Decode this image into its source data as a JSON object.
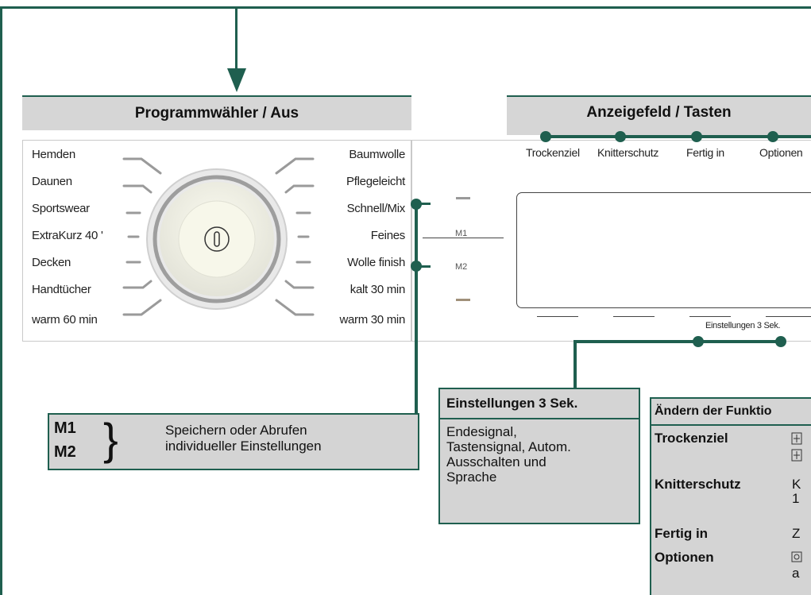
{
  "selector": {
    "title": "Programmwähler / Aus",
    "left_programs": [
      "Hemden",
      "Daunen",
      "Sportswear",
      "ExtraKurz 40 '",
      "Decken",
      "Handtücher",
      "warm 60 min"
    ],
    "right_programs": [
      "Baumwolle",
      "Pflegeleicht",
      "Schnell/Mix",
      "Feines",
      "Wolle finish",
      "kalt 30 min",
      "warm 30 min"
    ]
  },
  "display": {
    "title": "Anzeigefeld / Tasten",
    "buttons": [
      "Trockenziel",
      "Knitterschutz",
      "Fertig in",
      "Optionen"
    ],
    "memory_labels": [
      "M1",
      "M2"
    ],
    "settings_label": "Einstellungen 3 Sek."
  },
  "memory_callout": {
    "labels": [
      "M1",
      "M2"
    ],
    "text_line1": "Speichern oder Abrufen",
    "text_line2": "individueller Einstellungen"
  },
  "settings_callout": {
    "title": "Einstellungen 3 Sek.",
    "lines": [
      "Endesignal,",
      "Tastensignal, Autom.",
      "Ausschalten und",
      "Sprache"
    ]
  },
  "functions_table": {
    "header": "Ändern der Funktio",
    "rows": [
      {
        "name": "Trockenziel",
        "value_line1": "",
        "value_line2": ""
      },
      {
        "name": "Knitterschutz",
        "value_line1": "K",
        "value_line2": "1"
      },
      {
        "name": "Fertig in",
        "value_line1": "Z",
        "value_line2": ""
      },
      {
        "name": "Optionen",
        "value_line1": "",
        "value_line2": "a"
      }
    ]
  },
  "colors": {
    "accent": "#1f5f4f",
    "header_bg": "#d6d6d6"
  }
}
